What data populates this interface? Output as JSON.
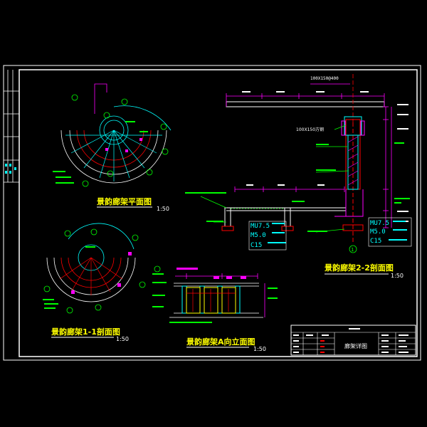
{
  "colors": {
    "background": "#000000",
    "frame": "#ffffff",
    "cyan": "#00ffff",
    "green": "#00ff00",
    "yellow": "#ffff00",
    "red": "#ff0000",
    "magenta": "#ff00ff",
    "white": "#ffffff"
  },
  "drawing": {
    "plan_title": "景韵廊架平面图",
    "plan_scale": "1:50",
    "section11_title": "景韵廊架1-1剖面图",
    "section11_scale": "1:50",
    "elevation_title": "景韵廊架A向立面图",
    "elevation_scale": "1:50",
    "section22_title": "景韵廊架2-2剖面图",
    "section22_scale": "1:50"
  },
  "section22_notes": {
    "top_dim": "100X150@400",
    "beam_label": "100X150方钢",
    "mat1_a": "MU7.5",
    "mat1_b": "M5.0",
    "mat1_c": "C15",
    "mat2_a": "MU7.5",
    "mat2_b": "M5.0",
    "mat2_c": "C15",
    "axis_label": "1"
  },
  "title_block": {
    "drawing_name": "廊架详图"
  }
}
